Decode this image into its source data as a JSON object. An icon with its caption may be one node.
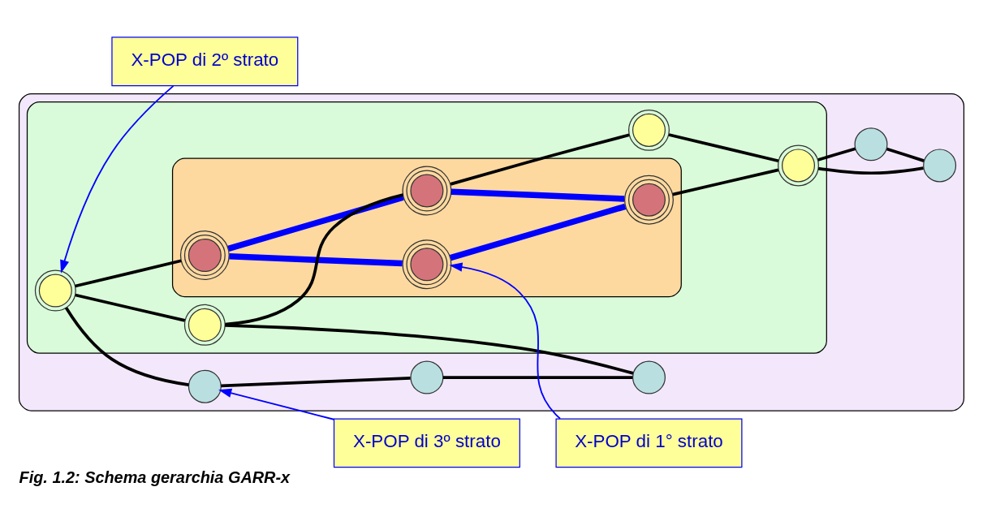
{
  "diagram": {
    "caption": "Fig. 1.2: Schema gerarchia GARR-x",
    "nodes": [
      {
        "text": [],
        "shape": "ellipse"
      },
      {
        "text": [],
        "shape": "ellipse",
        "in": 0
      },
      {
        "text": [],
        "shape": "ellipse",
        "in": 1
      },
      {
        "text": [],
        "shape": "circle",
        "in": 2
      },
      {
        "text": [],
        "shape": "circle",
        "in": 2
      },
      {
        "text": [],
        "shape": "circle",
        "in": 2
      },
      {
        "text": [],
        "shape": "circle",
        "in": 2
      },
      {
        "text": [],
        "shape": "circle",
        "in": 1
      },
      {
        "text": [],
        "shape": "circle",
        "in": 1
      },
      {
        "text": [],
        "shape": "circle",
        "in": 1
      },
      {
        "text": [],
        "shape": "circle",
        "in": 1
      },
      {
        "text": [],
        "shape": "circle",
        "in": 0
      },
      {
        "text": [],
        "shape": "circle",
        "in": 0
      },
      {
        "text": [],
        "shape": "circle",
        "in": 0
      },
      {
        "text": [],
        "shape": "circle",
        "in": 0
      },
      {
        "text": [],
        "shape": "circle",
        "in": 0
      },
      {
        "text": [
          "X-POP di 1° strato"
        ]
      },
      {
        "text": [
          "X-POP di 2º strato"
        ]
      },
      {
        "text": [
          "X-POP di 3º strato"
        ]
      }
    ],
    "edges": [
      {
        "from": 3,
        "to": 4,
        "arrow": "none",
        "style": "thick",
        "color": "#0000ff"
      },
      {
        "from": 4,
        "to": 6,
        "arrow": "none",
        "style": "thick",
        "color": "#0000ff"
      },
      {
        "from": 5,
        "to": 6,
        "arrow": "none",
        "style": "thick",
        "color": "#0000ff"
      },
      {
        "from": 3,
        "to": 5,
        "arrow": "none",
        "style": "thick",
        "color": "#0000ff"
      },
      {
        "from": 7,
        "to": 3,
        "arrow": "none"
      },
      {
        "from": 8,
        "to": 5,
        "arrow": "none"
      },
      {
        "from": 5,
        "to": 9,
        "arrow": "none"
      },
      {
        "from": 6,
        "to": 10,
        "arrow": "none"
      },
      {
        "from": 9,
        "to": 10,
        "arrow": "none"
      },
      {
        "from": 7,
        "to": 8,
        "arrow": "none"
      },
      {
        "from": 11,
        "to": 7,
        "arrow": "none"
      },
      {
        "from": 12,
        "to": 7,
        "arrow": "none"
      },
      {
        "from": 11,
        "to": 12,
        "arrow": "none"
      },
      {
        "from": 13,
        "to": 9,
        "arrow": "none"
      },
      {
        "from": 13,
        "to": 14,
        "arrow": "none"
      },
      {
        "from": 14,
        "to": 15,
        "arrow": "none"
      },
      {
        "from": 15,
        "to": 10,
        "arrow": "none"
      },
      {
        "from": 16,
        "to": 4,
        "arrow": "to",
        "color": "#0000ff"
      },
      {
        "from": 17,
        "to": 10,
        "arrow": "to",
        "color": "#0000ff"
      },
      {
        "from": 18,
        "to": 15,
        "arrow": "to",
        "color": "#0000ff"
      }
    ]
  }
}
